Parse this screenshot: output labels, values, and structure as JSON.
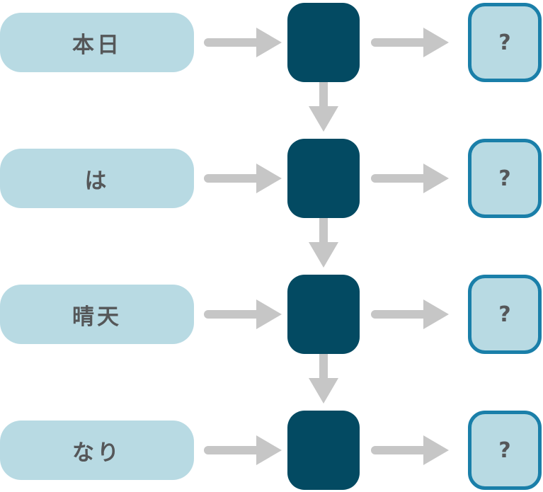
{
  "tokens": [
    "本日",
    "は",
    "晴天",
    "なり"
  ],
  "outputs": [
    "?",
    "?",
    "?",
    "?"
  ],
  "colors": {
    "token_fill": "#b8dae3",
    "cell_fill": "#034a62",
    "output_fill": "#b8dae3",
    "output_border": "#1a7fa9",
    "arrow": "#c6c6c6",
    "text": "#555759"
  }
}
